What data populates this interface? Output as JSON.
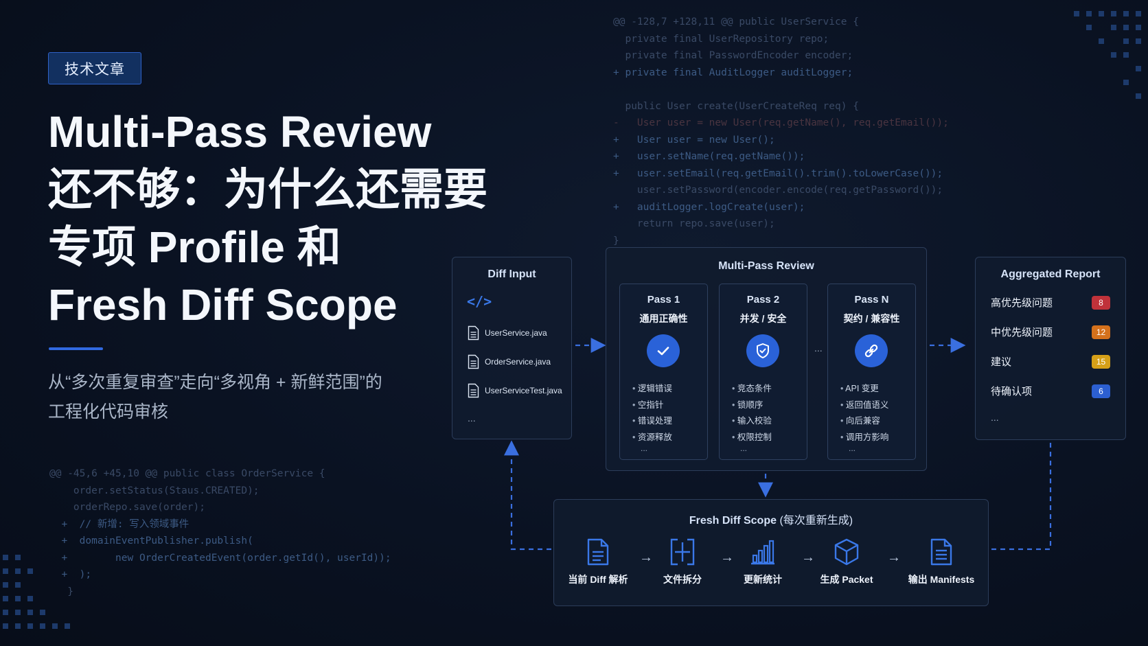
{
  "tag": "技术文章",
  "title_lines": [
    "Multi-Pass Review",
    "还不够：为什么还需要",
    "专项 Profile 和",
    "Fresh Diff Scope"
  ],
  "subtitle_lines": [
    "从“多次重复审查”走向“多视角 + 新鲜范围”的",
    "工程化代码审核"
  ],
  "code_top": [
    {
      "t": "@@ -128,7 +128,11 @@ public UserService {",
      "k": "ctx"
    },
    {
      "t": "  private final UserRepository repo;",
      "k": "ctx"
    },
    {
      "t": "  private final PasswordEncoder encoder;",
      "k": "ctx"
    },
    {
      "t": "+ private final AuditLogger auditLogger;",
      "k": "add"
    },
    {
      "t": "",
      "k": "ctx"
    },
    {
      "t": "  public User create(UserCreateReq req) {",
      "k": "ctx"
    },
    {
      "t": "-   User user = new User(req.getName(), req.getEmail());",
      "k": "del"
    },
    {
      "t": "+   User user = new User();",
      "k": "add"
    },
    {
      "t": "+   user.setName(req.getName());",
      "k": "add"
    },
    {
      "t": "+   user.setEmail(req.getEmail().trim().toLowerCase());",
      "k": "add"
    },
    {
      "t": "    user.setPassword(encoder.encode(req.getPassword());",
      "k": "ctx"
    },
    {
      "t": "+   auditLogger.logCreate(user);",
      "k": "add"
    },
    {
      "t": "    return repo.save(user);",
      "k": "ctx"
    },
    {
      "t": "}",
      "k": "ctx"
    }
  ],
  "code_bottom": [
    {
      "t": "@@ -45,6 +45,10 @@ public class OrderService {",
      "k": "ctx"
    },
    {
      "t": "    order.setStatus(Staus.CREATED);",
      "k": "ctx"
    },
    {
      "t": "    orderRepo.save(order);",
      "k": "ctx"
    },
    {
      "t": "  +  // 新增: 写入领域事件",
      "k": "add"
    },
    {
      "t": "  +  domainEventPublisher.publish(",
      "k": "add"
    },
    {
      "t": "  +        new OrderCreatedEvent(order.getId(), userId));",
      "k": "add"
    },
    {
      "t": "  +  );",
      "k": "add"
    },
    {
      "t": "   }",
      "k": "ctx"
    }
  ],
  "diff_input": {
    "title": "Diff Input",
    "code_icon": "</>",
    "files": [
      "UserService.java",
      "OrderService.java",
      "UserServiceTest.java"
    ],
    "more": "..."
  },
  "multi_pass": {
    "title": "Multi-Pass Review",
    "dots": "...",
    "passes": [
      {
        "name": "Pass 1",
        "sub": "通用正确性",
        "icon": "check-icon",
        "items": [
          "逻辑错误",
          "空指针",
          "错误处理",
          "资源释放"
        ],
        "more": "..."
      },
      {
        "name": "Pass 2",
        "sub": "并发 / 安全",
        "icon": "shield-icon",
        "items": [
          "竞态条件",
          "锁顺序",
          "输入校验",
          "权限控制"
        ],
        "more": "..."
      },
      {
        "name": "Pass N",
        "sub": "契约 / 兼容性",
        "icon": "link-icon",
        "items": [
          "API 变更",
          "返回值语义",
          "向后兼容",
          "调用方影响"
        ],
        "more": "..."
      }
    ]
  },
  "aggregated": {
    "title": "Aggregated Report",
    "rows": [
      {
        "label": "高优先级问题",
        "count": "8",
        "color": "#c0323a"
      },
      {
        "label": "中优先级问题",
        "count": "12",
        "color": "#d4711c"
      },
      {
        "label": "建议",
        "count": "15",
        "color": "#d6a018"
      },
      {
        "label": "待确认项",
        "count": "6",
        "color": "#2c5fd0"
      }
    ],
    "more": "..."
  },
  "fresh": {
    "title": "Fresh Diff Scope",
    "title_paren": "(每次重新生成)",
    "steps": [
      {
        "label": "当前 Diff 解析",
        "icon": "document-icon"
      },
      {
        "label": "文件拆分",
        "icon": "split-icon"
      },
      {
        "label": "更新统计",
        "icon": "bar-chart-icon"
      },
      {
        "label": "生成 Packet",
        "icon": "cube-icon"
      },
      {
        "label": "输出 Manifests",
        "icon": "document-list-icon"
      }
    ],
    "arrow": "→"
  },
  "colors": {
    "accent": "#3169e0",
    "arrow": "#3a6fe0",
    "box_border": "#2c3d5a"
  }
}
